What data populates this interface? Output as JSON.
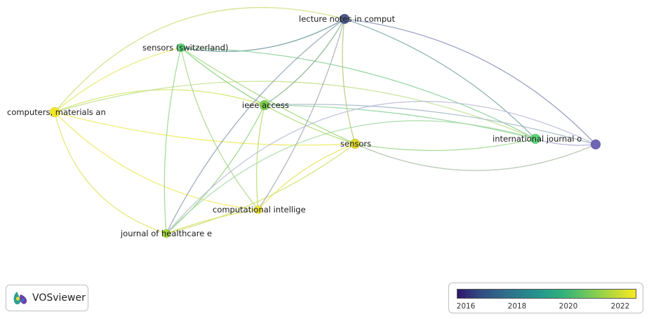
{
  "network": {
    "nodes": [
      {
        "id": "lncs",
        "label": "lecture notes in comput",
        "year": 2016.3,
        "color": "#4e5a8c"
      },
      {
        "id": "sensors_ch",
        "label": "sensors (switzerland)",
        "year": 2019.8,
        "color": "#5bd27a"
      },
      {
        "id": "ieee",
        "label": "ieee access",
        "year": 2020.5,
        "color": "#7ccd4a"
      },
      {
        "id": "cma",
        "label": "computers, materials an",
        "year": 2022.0,
        "color": "#f2e726"
      },
      {
        "id": "sensors",
        "label": "sensors",
        "year": 2021.6,
        "color": "#dfd72b"
      },
      {
        "id": "ijo",
        "label": "international journal o",
        "year": 2019.9,
        "color": "#5dd47a"
      },
      {
        "id": "unlabeled",
        "label": "",
        "year": 2015.8,
        "color": "#6e65b3"
      },
      {
        "id": "ci",
        "label": "computational intellige",
        "year": 2021.9,
        "color": "#eee63a"
      },
      {
        "id": "jhe",
        "label": "journal of healthcare e",
        "year": 2021.0,
        "color": "#a4d63a"
      }
    ],
    "edges": [
      {
        "from": "cma",
        "to": "lncs",
        "color": "#c9e07a"
      },
      {
        "from": "cma",
        "to": "sensors_ch",
        "color": "#e6e763"
      },
      {
        "from": "cma",
        "to": "ieee",
        "color": "#d6e46a"
      },
      {
        "from": "cma",
        "to": "sensors",
        "color": "#ecea55"
      },
      {
        "from": "cma",
        "to": "ci",
        "color": "#efe962"
      },
      {
        "from": "cma",
        "to": "jhe",
        "color": "#dfe465"
      },
      {
        "from": "cma",
        "to": "ijo",
        "color": "#bfe18a"
      },
      {
        "from": "sensors_ch",
        "to": "lncs",
        "color": "#6f9a9c"
      },
      {
        "from": "sensors_ch",
        "to": "ieee",
        "color": "#7fcf74"
      },
      {
        "from": "sensors_ch",
        "to": "sensors",
        "color": "#9fd876"
      },
      {
        "from": "sensors_ch",
        "to": "ci",
        "color": "#a8d88a"
      },
      {
        "from": "sensors_ch",
        "to": "jhe",
        "color": "#98d78c"
      },
      {
        "from": "sensors_ch",
        "to": "ijo",
        "color": "#88cf98"
      },
      {
        "from": "ieee",
        "to": "lncs",
        "color": "#82b48c"
      },
      {
        "from": "ieee",
        "to": "sensors",
        "color": "#a9d865"
      },
      {
        "from": "ieee",
        "to": "ci",
        "color": "#b9dc6a"
      },
      {
        "from": "ieee",
        "to": "jhe",
        "color": "#8fd37b"
      },
      {
        "from": "ieee",
        "to": "ijo",
        "color": "#8ed49b"
      },
      {
        "from": "ieee",
        "to": "unlabeled",
        "color": "#a2b6c6"
      },
      {
        "from": "sensors",
        "to": "lncs",
        "color": "#b9c77c"
      },
      {
        "from": "sensors",
        "to": "ijo",
        "color": "#9ed98c"
      },
      {
        "from": "sensors",
        "to": "ci",
        "color": "#e6e35a"
      },
      {
        "from": "sensors",
        "to": "jhe",
        "color": "#cfe06a"
      },
      {
        "from": "sensors",
        "to": "unlabeled",
        "color": "#b0c3a8"
      },
      {
        "from": "lncs",
        "to": "ijo",
        "color": "#7fa7a6"
      },
      {
        "from": "lncs",
        "to": "unlabeled",
        "color": "#8a8fb8"
      },
      {
        "from": "lncs",
        "to": "jhe",
        "color": "#8e9fb0"
      },
      {
        "from": "lncs",
        "to": "ci",
        "color": "#a7a9b5"
      },
      {
        "from": "ijo",
        "to": "jhe",
        "color": "#a6dba5"
      },
      {
        "from": "ijo",
        "to": "unlabeled",
        "color": "#a9a9d2"
      },
      {
        "from": "ci",
        "to": "jhe",
        "color": "#d8e267"
      },
      {
        "from": "unlabeled",
        "to": "jhe",
        "color": "#b8bcd8"
      }
    ]
  },
  "badge": {
    "text": "VOSviewer"
  },
  "legend": {
    "min_year": 2015.6,
    "max_year": 2022.5,
    "ticks": [
      "2016",
      "2018",
      "2020",
      "2022"
    ]
  }
}
